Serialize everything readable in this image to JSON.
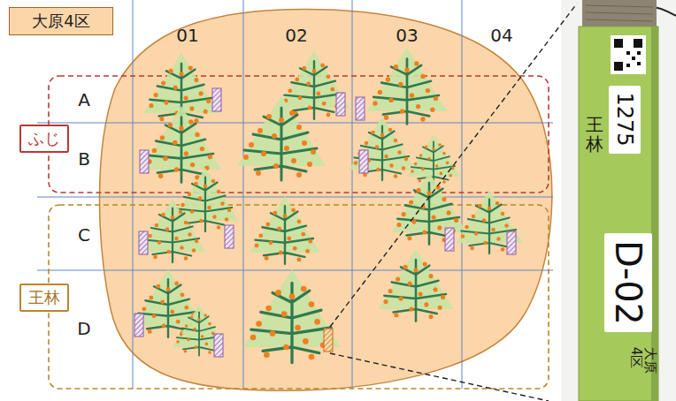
{
  "diagram": {
    "nodes": [
      {
        "text": [
          "大原4区"
        ]
      },
      {
        "text": [
          "ふじ"
        ]
      },
      {
        "text": [
          "王林"
        ]
      },
      {
        "text": [
          "王林",
          "大原4区"
        ]
      },
      {
        "text": [
          "1275"
        ],
        "in": 3
      },
      {
        "text": [
          "D-02"
        ],
        "in": 3
      }
    ],
    "labels": [
      "01",
      "02",
      "03",
      "04",
      "A",
      "B",
      "C",
      "D"
    ]
  }
}
